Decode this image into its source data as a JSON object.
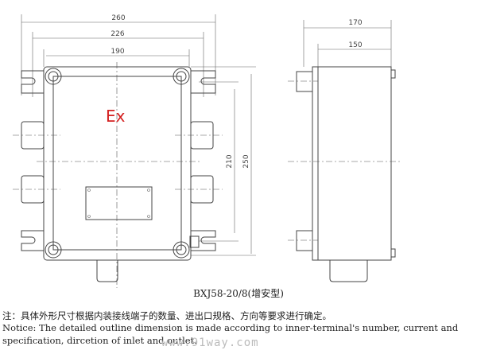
{
  "drawing": {
    "ex_mark": "Ex",
    "ex_color": "#d42020",
    "dimensions": {
      "front_width_overall": "260",
      "front_width_mounting": "226",
      "front_width_body": "190",
      "front_height_mounting": "210",
      "front_height_body": "250",
      "side_depth_overall": "170",
      "side_depth_body": "150"
    }
  },
  "title": "BXJ58-20/8(增安型)",
  "notes": {
    "cn": "注：具体外形尺寸根据内装接线端子的数量、进出口规格、方向等要求进行确定。",
    "en_line1": "Notice: The detailed outline dimension is made according to inner-terminal's number, current and",
    "en_line2": "specification, dircetion of inlet and outlet."
  },
  "watermark": "www.91way.com"
}
